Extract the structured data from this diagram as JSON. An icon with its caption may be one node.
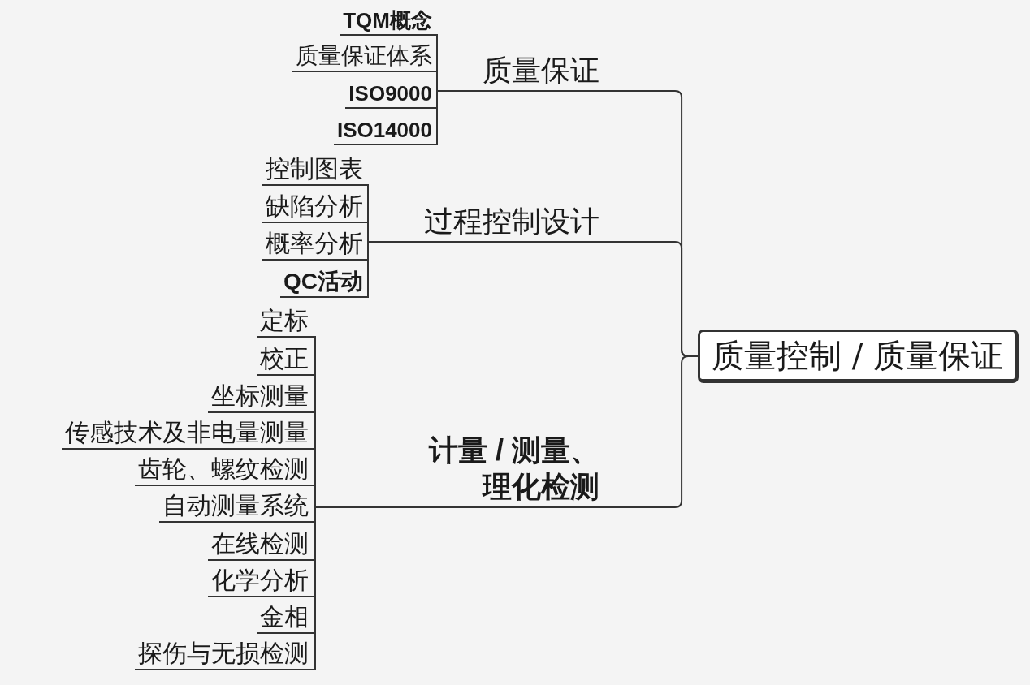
{
  "diagram": {
    "nodes": [
      {
        "text": [
          "质量控制 / 质量保证"
        ]
      },
      {
        "text": [
          "质量保证"
        ]
      },
      {
        "text": [
          "TQM概念"
        ]
      },
      {
        "text": [
          "质量保证体系"
        ]
      },
      {
        "text": [
          "ISO9000"
        ]
      },
      {
        "text": [
          "ISO14000"
        ]
      },
      {
        "text": [
          "过程控制设计"
        ]
      },
      {
        "text": [
          "控制图表"
        ]
      },
      {
        "text": [
          "缺陷分析"
        ]
      },
      {
        "text": [
          "概率分析"
        ]
      },
      {
        "text": [
          "QC活动"
        ]
      },
      {
        "text": [
          "计量 / 测量、理化检测"
        ]
      },
      {
        "text": [
          "定标"
        ]
      },
      {
        "text": [
          "校正"
        ]
      },
      {
        "text": [
          "坐标测量"
        ]
      },
      {
        "text": [
          "传感技术及非电量测量"
        ]
      },
      {
        "text": [
          "齿轮、螺纹检测"
        ]
      },
      {
        "text": [
          "自动测量系统"
        ]
      },
      {
        "text": [
          "在线检测"
        ]
      },
      {
        "text": [
          "化学分析"
        ]
      },
      {
        "text": [
          "金相"
        ]
      },
      {
        "text": [
          "探伤与无损检测"
        ]
      }
    ],
    "edges": [
      {
        "from": 0,
        "to": 1,
        "arrow": "none"
      },
      {
        "from": 0,
        "to": 6,
        "arrow": "none"
      },
      {
        "from": 0,
        "to": 11,
        "arrow": "none"
      },
      {
        "from": 1,
        "to": 2,
        "arrow": "none"
      },
      {
        "from": 1,
        "to": 3,
        "arrow": "none"
      },
      {
        "from": 1,
        "to": 4,
        "arrow": "none"
      },
      {
        "from": 1,
        "to": 5,
        "arrow": "none"
      },
      {
        "from": 6,
        "to": 7,
        "arrow": "none"
      },
      {
        "from": 6,
        "to": 8,
        "arrow": "none"
      },
      {
        "from": 6,
        "to": 9,
        "arrow": "none"
      },
      {
        "from": 6,
        "to": 10,
        "arrow": "none"
      },
      {
        "from": 11,
        "to": 12,
        "arrow": "none"
      },
      {
        "from": 11,
        "to": 13,
        "arrow": "none"
      },
      {
        "from": 11,
        "to": 14,
        "arrow": "none"
      },
      {
        "from": 11,
        "to": 15,
        "arrow": "none"
      },
      {
        "from": 11,
        "to": 16,
        "arrow": "none"
      },
      {
        "from": 11,
        "to": 17,
        "arrow": "none"
      },
      {
        "from": 11,
        "to": 18,
        "arrow": "none"
      },
      {
        "from": 11,
        "to": 19,
        "arrow": "none"
      },
      {
        "from": 11,
        "to": 20,
        "arrow": "none"
      },
      {
        "from": 11,
        "to": 21,
        "arrow": "none"
      }
    ]
  }
}
